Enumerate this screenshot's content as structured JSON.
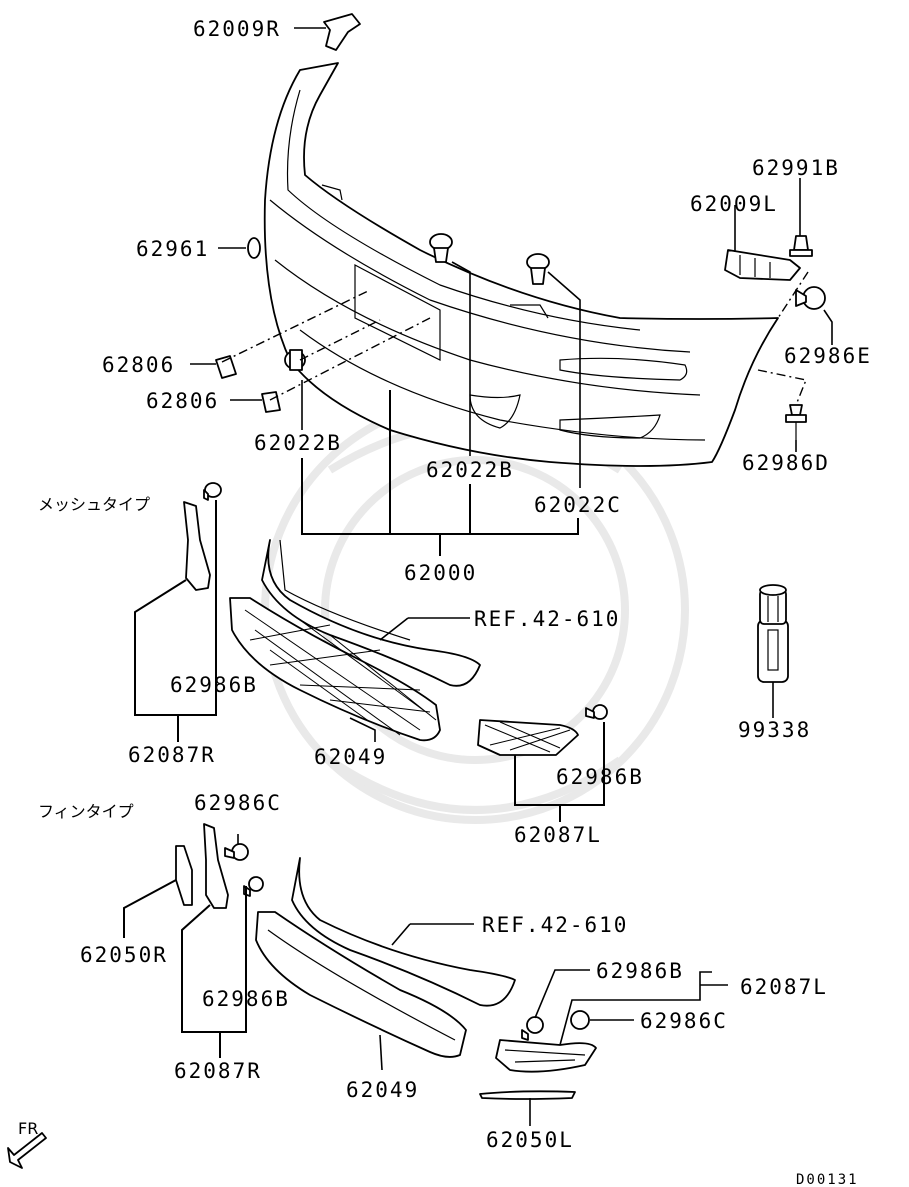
{
  "diagram": {
    "code": "D00131",
    "direction_label": "FR",
    "sections": {
      "mesh_type": "メッシュタイプ",
      "fin_type": "フィンタイプ"
    },
    "labels": {
      "p62009R": "62009R",
      "p62991B": "62991B",
      "p62009L": "62009L",
      "p62961": "62961",
      "p62986E": "62986E",
      "p62806a": "62806",
      "p62806b": "62806",
      "p62022B_a": "62022B",
      "p62022B_b": "62022B",
      "p62022C": "62022C",
      "p62986D": "62986D",
      "p62000": "62000",
      "ref1": "REF.42-610",
      "p62986B_a": "62986B",
      "p62087R_a": "62087R",
      "p62049_a": "62049",
      "p99338": "99338",
      "p62986B_b": "62986B",
      "p62087L_a": "62087L",
      "p62986C_a": "62986C",
      "ref2": "REF.42-610",
      "p62050R": "62050R",
      "p62986B_c": "62986B",
      "p62087L_b": "62087L",
      "p62986B_d": "62986B",
      "p62986C_b": "62986C",
      "p62087R_b": "62087R",
      "p62049_b": "62049",
      "p62050L": "62050L"
    }
  }
}
